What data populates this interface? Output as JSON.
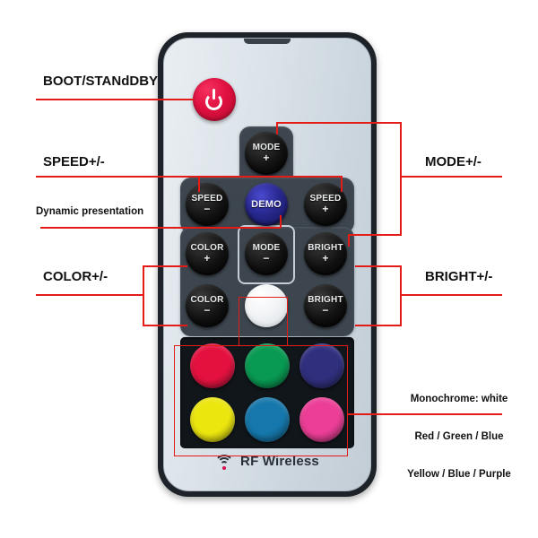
{
  "device": {
    "brand_label": "RF Wireless",
    "ir_notch": "ir-emitter-notch"
  },
  "keys": {
    "power": {
      "name": "power-standby-button",
      "glyph": "power-icon"
    },
    "mode_plus": {
      "line1": "MODE",
      "line2": "+"
    },
    "speed_minus": {
      "line1": "SPEED",
      "line2": "−"
    },
    "demo": {
      "line1": "DEMO",
      "line2": ""
    },
    "speed_plus": {
      "line1": "SPEED",
      "line2": "+"
    },
    "color_plus": {
      "line1": "COLOR",
      "line2": "+"
    },
    "mode_minus": {
      "line1": "MODE",
      "line2": "−"
    },
    "bright_plus": {
      "line1": "BRIGHT",
      "line2": "+"
    },
    "color_minus": {
      "line1": "COLOR",
      "line2": "−"
    },
    "white": {
      "line1": "",
      "line2": ""
    },
    "bright_minus": {
      "line1": "BRIGHT",
      "line2": "−"
    }
  },
  "color_keys": [
    {
      "name": "color-red",
      "label": "Red",
      "hex": "#e4113f"
    },
    {
      "name": "color-green",
      "label": "Green",
      "hex": "#089a52"
    },
    {
      "name": "color-blue",
      "label": "Blue",
      "hex": "#302f7e"
    },
    {
      "name": "color-yellow",
      "label": "Yellow",
      "hex": "#ece60f"
    },
    {
      "name": "color-cyan",
      "label": "Blue",
      "hex": "#1577ab"
    },
    {
      "name": "color-magenta",
      "label": "Purple",
      "hex": "#ec3e96"
    }
  ],
  "annotations": {
    "accent_color": "#e41b17",
    "boot_standby": "BOOT/STANdDBY",
    "speed": "SPEED+/-",
    "dynamic": "Dynamic presentation",
    "color": "COLOR+/-",
    "mode": "MODE+/-",
    "bright": "BRIGHT+/-",
    "monochrome_line1": "Monochrome: white",
    "monochrome_line2": "Red / Green / Blue",
    "monochrome_line3": "Yellow / Blue / Purple"
  }
}
